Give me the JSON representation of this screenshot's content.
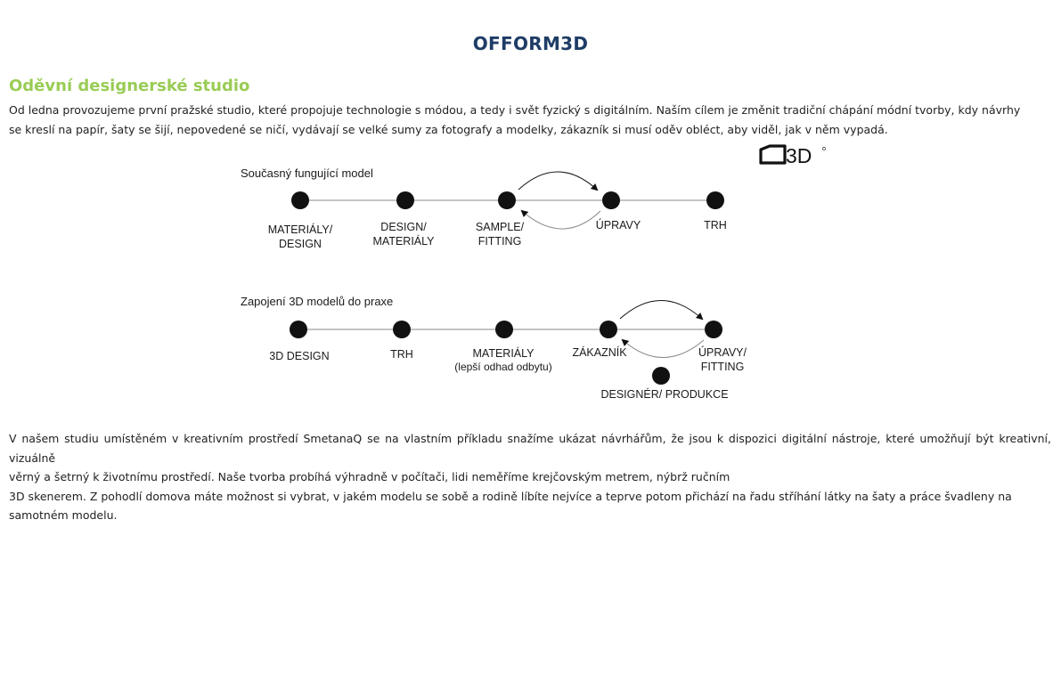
{
  "site_title": "OFFORM3D",
  "section_title": "Oděvní designerské studio",
  "intro_lines": [
    "Od ledna provozujeme první pražské studio, které propojuje technologie s módou, a tedy i svět fyzický s digitálním.  Naším cílem je změnit tradiční chápání módní tvorby, kdy návrhy",
    "se kreslí na papír, šaty se šijí, nepovedené se ničí, vydávají se velké sumy za fotografy a modelky, zákazník si musí oděv obléct, aby viděl, jak v něm vypadá."
  ],
  "logo": {
    "text": "3D",
    "icon": "ofform-3d-logo"
  },
  "diagram": {
    "current_model": {
      "title": "Současný fungující model",
      "steps": [
        {
          "line1": "MATERIÁLY/",
          "line2": "DESIGN"
        },
        {
          "line1": "DESIGN/",
          "line2": "MATERIÁLY"
        },
        {
          "line1": "SAMPLE/",
          "line2": "FITTING"
        },
        {
          "line1": "ÚPRAVY",
          "line2": ""
        },
        {
          "line1": "TRH",
          "line2": ""
        }
      ]
    },
    "model_3d": {
      "title": "Zapojení 3D modelů do praxe",
      "steps": [
        {
          "line1": "3D DESIGN",
          "line2": ""
        },
        {
          "line1": "TRH",
          "line2": ""
        },
        {
          "line1": "MATERIÁLY",
          "line2": "(lepší odhad odbytu)"
        },
        {
          "line1": "ZÁKAZNÍK",
          "line2": ""
        },
        {
          "line1": "ÚPRAVY/",
          "line2": "FITTING"
        }
      ],
      "extra_step": "DESIGNÉR/ PRODUKCE"
    }
  },
  "studio_lines": [
    "V našem studiu umístěném v kreativním prostředí SmetanaQ se na vlastním příkladu snažíme ukázat návrhářům, že jsou k dispozici digitální nástroje, které umožňují být kreativní, vizuálně",
    "věrný a šetrný k životnímu prostředí. Naše tvorba probíhá výhradně v počítači, lidi neměříme krejčovským metrem, nýbrž ručním",
    "3D skenerem. Z pohodlí domova máte možnost si vybrat, v jakém modelu se sobě a rodině líbíte nejvíce a teprve potom přichází na řadu stříhání látky na šaty a práce švadleny na",
    "samotném modelu."
  ]
}
